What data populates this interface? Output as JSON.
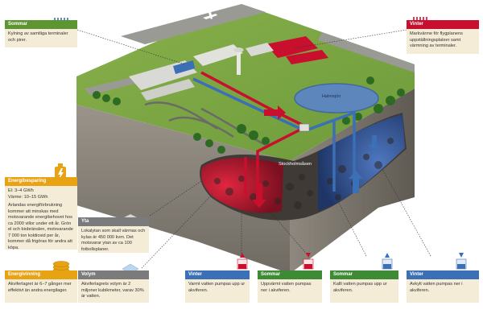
{
  "boxes": {
    "sommar_top": {
      "title": "Sommar",
      "text": "Kylning av samtliga terminaler och pirer."
    },
    "vinter_top": {
      "title": "Vinter",
      "text": "Markvärme för flygplanens uppställningsplatser samt värmning av terminaler."
    },
    "energibesparing": {
      "title": "Energibesparing",
      "line1": "El: 3–4 GWh",
      "line2": "Värme: 10–15 GWh",
      "text": "Arlandas energiförbrukning kommer att minskas med motsvarande energibehovet hos ca 2000 villor under ett år. Grön el och biobränslen, motsvarande 7 000 ton koldioxid per år, kommer då frigöras för andra att köpa."
    },
    "yta": {
      "title": "Yta",
      "text": "Lokalytan som skall värmas och kylas är 450 000 kvm. Det motsvarar ytan av ca 100 fotbollsplaner."
    },
    "energivinning": {
      "title": "Energivinning",
      "text": "Akviferlagret är 6–7 gånger mer effektivt än andra energilager."
    },
    "volym": {
      "title": "Volym",
      "text": "Akviferlagrets volym är 2 miljoner kubikmeter, varav 30% är vatten."
    },
    "vinter1": {
      "title": "Vinter",
      "text": "Varmt vatten pumpas upp ur akviferen."
    },
    "sommar1": {
      "title": "Sommar",
      "text": "Uppvärmt vatten pumpas ner i akviferen."
    },
    "sommar2": {
      "title": "Sommar",
      "text": "Kallt vatten pumpas upp ur akviferen."
    },
    "vinter2": {
      "title": "Vinter",
      "text": "Avkylt vatten pumpas ner i akviferen."
    }
  },
  "labels": {
    "lake": "Halmsjön",
    "aquifer": "Stockholmsåsen"
  },
  "colors": {
    "warm": "#c8102e",
    "cold": "#3b6fb6",
    "summer": "#5d9532",
    "energy": "#e8a315"
  }
}
